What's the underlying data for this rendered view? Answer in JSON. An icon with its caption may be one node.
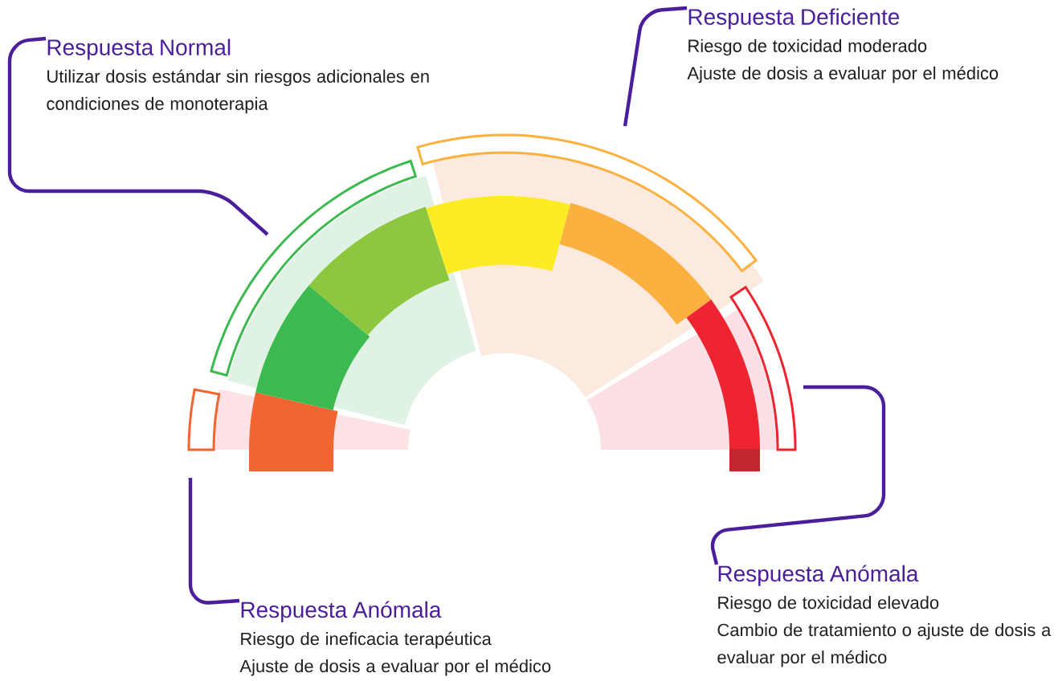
{
  "diagram": {
    "nodes": [
      {
        "text": [
          "Respuesta Normal",
          "Utilizar dosis estándar sin riesgos adicionales en condiciones de monoterapia"
        ]
      },
      {
        "text": [
          "Respuesta Deficiente",
          "Riesgo de toxicidad moderado",
          "Ajuste de dosis a evaluar por el médico"
        ]
      },
      {
        "text": [
          "Respuesta Anómala",
          "Riesgo de toxicidad elevado",
          "Cambio de tratamiento o ajuste de dosis a evaluar por el médico"
        ]
      },
      {
        "text": [
          "Respuesta Anómala",
          "Riesgo de ineficacia terapéutica",
          "Ajuste de dosis a evaluar por el médico"
        ]
      }
    ],
    "edges": [
      {
        "from": 0,
        "to": null,
        "arrow": "none"
      },
      {
        "from": 1,
        "to": null,
        "arrow": "none"
      },
      {
        "from": 2,
        "to": null,
        "arrow": "none"
      },
      {
        "from": 3,
        "to": null,
        "arrow": "none"
      }
    ]
  }
}
